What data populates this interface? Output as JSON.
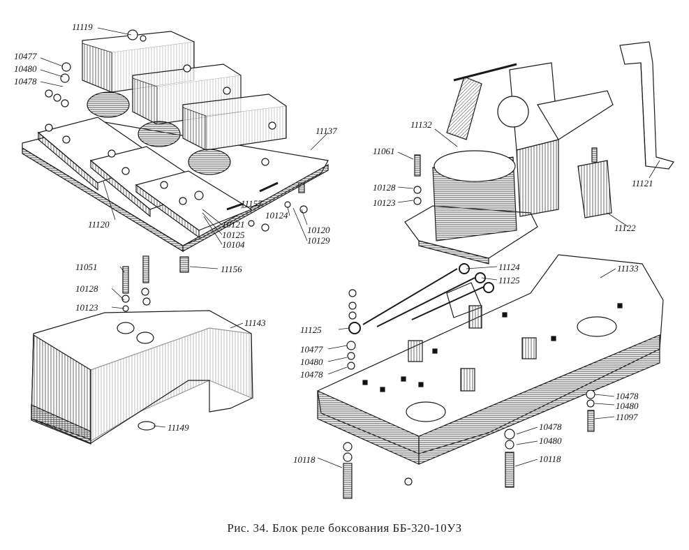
{
  "caption": "Рис. 34. Блок реле боксования ББ-320-10УЗ",
  "parts": {
    "p11119": "11119",
    "p10477a": "10477",
    "p10480a": "10480",
    "p10478a": "10478",
    "p11137": "11137",
    "p11120": "11120",
    "p11157": "11157",
    "p10124": "10124",
    "p10121": "10121",
    "p10125": "10125",
    "p10104": "10104",
    "p10120": "10120",
    "p10129": "10129",
    "p11132": "11132",
    "p11061a": "11061",
    "p10128a": "10128",
    "p10123a": "10123",
    "p11121": "11121",
    "p11122": "11122",
    "p11051": "11051",
    "p10128b": "10128",
    "p10123b": "10123",
    "p11156": "11156",
    "p11143": "11143",
    "p11149": "11149",
    "p11124": "11124",
    "p11125a": "11125",
    "p11133": "11133",
    "p11125b": "11125",
    "p10477b": "10477",
    "p10480b": "10480",
    "p10478b": "10478",
    "p10478c": "10478",
    "p10480c": "10480",
    "p11097": "11097",
    "p10478d": "10478",
    "p10480d": "10480",
    "p10118a": "10118",
    "p10118b": "10118"
  }
}
